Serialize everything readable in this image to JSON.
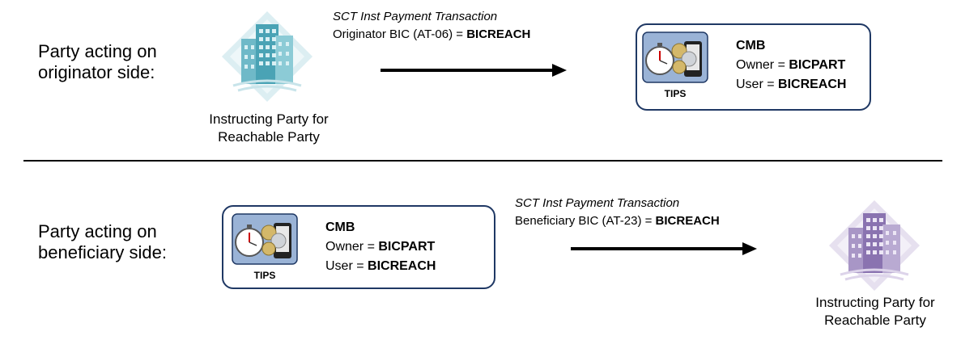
{
  "top": {
    "side_label_line1": "Party acting on",
    "side_label_line2": "originator side:",
    "party_caption_line1": "Instructing Party for",
    "party_caption_line2": "Reachable Party",
    "transaction": {
      "title": "SCT Inst Payment Transaction",
      "field_prefix": "Originator BIC (AT-06) = ",
      "field_value": "BICREACH"
    },
    "cmb": {
      "heading": "CMB",
      "owner_prefix": "Owner = ",
      "owner_value": "BICPART",
      "user_prefix": "User = ",
      "user_value": "BICREACH",
      "icon_label": "TIPS"
    }
  },
  "bottom": {
    "side_label_line1": "Party acting on",
    "side_label_line2": "beneficiary side:",
    "party_caption_line1": "Instructing Party for",
    "party_caption_line2": "Reachable Party",
    "transaction": {
      "title": "SCT Inst Payment Transaction",
      "field_prefix": "Beneficiary BIC (AT-23) = ",
      "field_value": "BICREACH"
    },
    "cmb": {
      "heading": "CMB",
      "owner_prefix": "Owner = ",
      "owner_value": "BICPART",
      "user_prefix": "User = ",
      "user_value": "BICREACH",
      "icon_label": "TIPS"
    }
  },
  "colors": {
    "top_building": "#4aa3b5",
    "bottom_building": "#8a73b0",
    "box_border": "#1f3864",
    "tips_bg": "#9ab3d6"
  }
}
